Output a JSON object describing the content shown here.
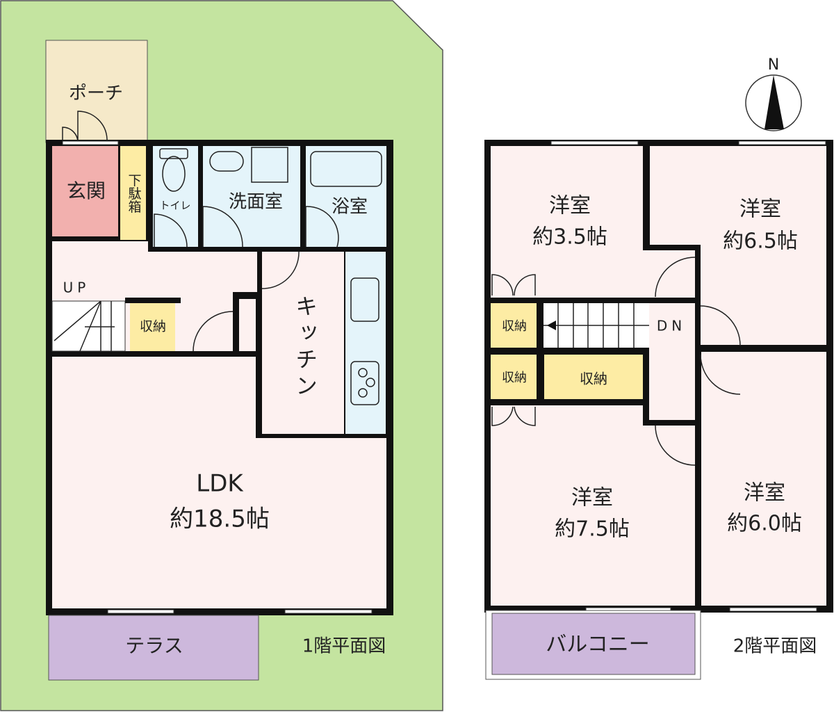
{
  "floor1": {
    "caption": "1階平面図",
    "rooms": {
      "porch": "ポーチ",
      "genkan": "玄関",
      "getabako": "下駄箱",
      "toilet": "トイレ",
      "washroom": "洗面室",
      "bath": "浴室",
      "up": "UP",
      "storage": "収納",
      "kitchen": "キッチン",
      "ldk": "LDK",
      "ldk_size": "約18.5帖",
      "terrace": "テラス"
    }
  },
  "floor2": {
    "caption": "2階平面図",
    "rooms": {
      "room_a": "洋室",
      "room_a_size": "約3.5帖",
      "room_b": "洋室",
      "room_b_size": "約6.5帖",
      "room_c": "洋室",
      "room_c_size": "約7.5帖",
      "room_d": "洋室",
      "room_d_size": "約6.0帖",
      "storage1": "収納",
      "storage2": "収納",
      "storage3": "収納",
      "dn": "DN",
      "balcony": "バルコニー"
    }
  },
  "compass": {
    "north": "N"
  },
  "colors": {
    "lot": "#c4e4a0",
    "porch": "#f5e9c9",
    "genkan": "#f2b0ae",
    "storage": "#fdeca4",
    "wet": "#e4f4fa",
    "room": "#fdf1f0",
    "terrace": "#cdb8dc"
  }
}
